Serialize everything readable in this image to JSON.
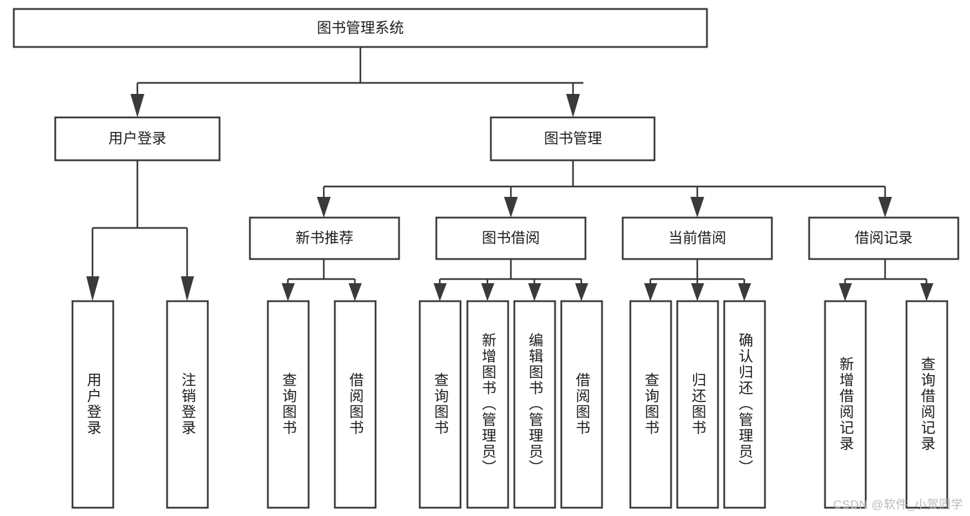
{
  "diagram": {
    "type": "tree-hierarchy",
    "title": "图书管理系统",
    "watermark": "CSDN @软件_小贺同学",
    "colors": {
      "stroke": "#3a3a3a",
      "box_fill": "#ffffff",
      "text": "#1c1c1c",
      "watermark": "#b9b9b9",
      "background": "#ffffff"
    },
    "levels": {
      "root": {
        "label": "图书管理系统"
      },
      "level2": [
        {
          "label": "用户登录"
        },
        {
          "label": "图书管理"
        }
      ],
      "level3": [
        {
          "label": "新书推荐"
        },
        {
          "label": "图书借阅"
        },
        {
          "label": "当前借阅"
        },
        {
          "label": "借阅记录"
        }
      ]
    },
    "leaves": {
      "user_login": [
        {
          "label": "用户登录"
        },
        {
          "label": "注销登录"
        }
      ],
      "new_book_recommend": [
        {
          "label": "查询图书"
        },
        {
          "label": "借阅图书"
        }
      ],
      "book_borrow": [
        {
          "label": "查询图书"
        },
        {
          "label": "新增图书（管理员）"
        },
        {
          "label": "编辑图书（管理员）"
        },
        {
          "label": "借阅图书"
        }
      ],
      "current_borrow": [
        {
          "label": "查询图书"
        },
        {
          "label": "归还图书"
        },
        {
          "label": "确认归还（管理员）"
        }
      ],
      "borrow_record": [
        {
          "label": "新增借阅记录"
        },
        {
          "label": "查询借阅记录"
        }
      ]
    }
  }
}
